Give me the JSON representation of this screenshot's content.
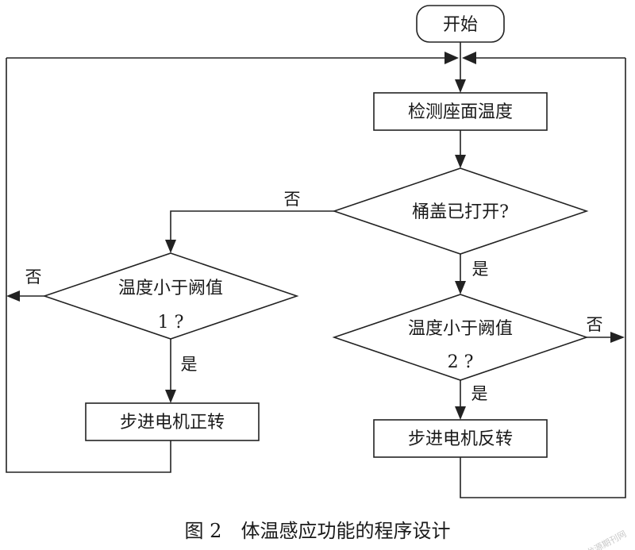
{
  "flowchart": {
    "start": "开始",
    "detect": "检测座面温度",
    "lid_question": "桶盖已打开?",
    "threshold1_line1": "温度小于阙值",
    "threshold1_line2": "1 ?",
    "threshold2_line1": "温度小于阙值",
    "threshold2_line2": "2 ?",
    "forward": "步进电机正转",
    "reverse": "步进电机反转",
    "labels": {
      "no_lid": "否",
      "yes_lid": "是",
      "no_t1": "否",
      "yes_t1": "是",
      "no_t2": "否",
      "yes_t2": "是"
    }
  },
  "caption": "图 2　体温感应功能的程序设计",
  "watermark": "龙源期刊网",
  "colors": {
    "line": "#222222",
    "background": "#ffffff"
  }
}
